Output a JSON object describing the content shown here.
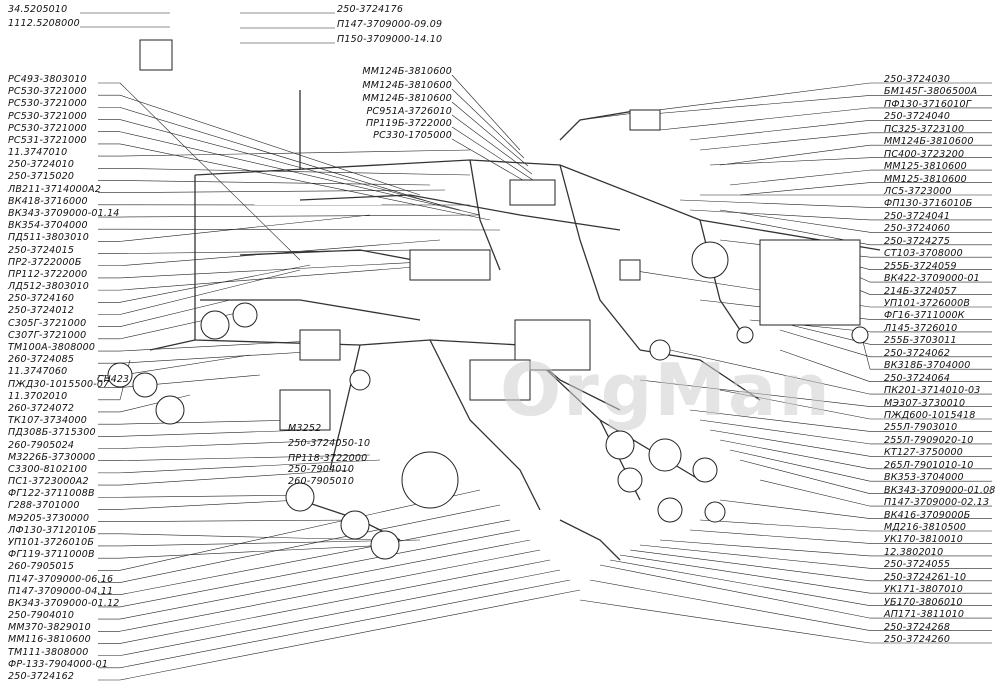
{
  "top_left_labels": [
    "34.5205010",
    "1112.5208000"
  ],
  "top_labels": [
    "250-3724176",
    "П147-3709000-09.09",
    "П150-3709000-14.10"
  ],
  "left_labels": [
    "РС493-3803010",
    "РС530-3721000",
    "РС530-3721000",
    "РС530-3721000",
    "РС530-3721000",
    "РС531-3721000",
    "11.3747010",
    "250-3724010",
    "250-3715020",
    "ЛВ211-3714000А2",
    "ВК418-3716000",
    "ВК343-3709000-01.14",
    "ВК354-3704000",
    "ПД511-3803010",
    "250-3724015",
    "ПР2-3722000Б",
    "ПР112-3722000",
    "ЛД512-3803010",
    "250-3724160",
    "250-3724012",
    "С305Г-3721000",
    "С307Г-3721000",
    "ТМ100А-3808000",
    "260-3724085",
    "11.3747060",
    "ПЖД30-1015500-07",
    "11.3702010",
    "260-3724072",
    "ТК107-3734000",
    "ПД308Б-3715300",
    "260-7905024",
    "М3226Б-3730000",
    "С3300-8102100",
    "ПС1-3723000А2",
    "ФГ122-3711008В",
    "Г288-3701000",
    "МЭ205-3730000",
    "ЛФ130-3712010Б",
    "УП101-3726010Б",
    "ФГ119-3711000В",
    "260-7905015",
    "П147-3709000-06.16",
    "П147-3709000-04.11",
    "ВК343-3709000-01.12",
    "250-7904010",
    "ММ370-3829010",
    "ММ116-3810600",
    "ТМ111-3808000",
    "ФР-133-7904000-01",
    "250-3724162"
  ],
  "center_left_labels": [
    "ММ124Б-3810600",
    "ММ124Б-3810600",
    "ММ124Б-3810600",
    "РС951А-3726010",
    "ПР119Б-3722000",
    "РС330-1705000"
  ],
  "center_labels": [
    "М3252",
    "250-3724050-10",
    "ПР118-3722000",
    "250-7904010",
    "260-7905010"
  ],
  "side_tag": "СН423",
  "right_labels": [
    "250-3724030",
    "БМ145Г-3806500А",
    "ПФ130-3716010Г",
    "250-3724040",
    "ПС325-3723100",
    "ММ124Б-3810600",
    "ПС400-3723200",
    "ММ125-3810600",
    "ММ125-3810600",
    "ЛС5-3723000",
    "ФП130-3716010Б",
    "250-3724041",
    "250-3724060",
    "250-3724275",
    "СТ103-3708000",
    "255Б-3724059",
    "ВК422-3709000-01",
    "214Б-3724057",
    "УП101-3726000В",
    "ФГ16-3711000К",
    "Л145-3726010",
    "255Б-3703011",
    "250-3724062",
    "ВК318Б-3704000",
    "250-3724064",
    "ПК201-3714010-03",
    "МЭ307-3730010",
    "ПЖД600-1015418",
    "255Л-7903010",
    "255Л-7909020-10",
    "КТ127-3750000",
    "265Л-7901010-10",
    "ВК353-3704000",
    "ВК343-3709000-01.08",
    "П147-3709000-02.13",
    "ВК416-3709000Б",
    "МД216-3810500",
    "УК170-3810010",
    "12.3802010",
    "250-3724055",
    "250-3724261-10",
    "УК171-3807010",
    "УБ170-3806010",
    "АП171-3811010",
    "250-3724268",
    "250-3724260"
  ],
  "watermark": "OrgMan"
}
